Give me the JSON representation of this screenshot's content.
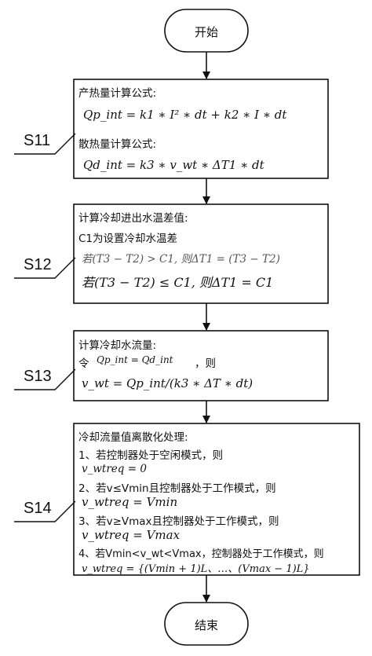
{
  "start_label": "开始",
  "end_label": "结束",
  "s11": {
    "step": "S11",
    "line1": "产热量计算公式:",
    "formula1": "Qp_int = k1 ∗ I² ∗ dt + k2 ∗ I ∗ dt",
    "line2": "散热量计算公式:",
    "formula2": "Qd_int = k3 ∗ v_wt ∗ ΔT1 ∗ dt"
  },
  "s12": {
    "step": "S12",
    "line1": "计算冷却进出水温差值:",
    "line2": "C1为设置冷却水温差",
    "formula1": "若(T3 − T2) > C1, 则ΔT1 = (T3 − T2)",
    "formula2": "若(T3 − T2) ≤ C1, 则ΔT1 = C1"
  },
  "s13": {
    "step": "S13",
    "line1": "计算冷却水流量:",
    "line2_prefix": "令",
    "line2_formula": "Qp_int = Qd_int",
    "line2_suffix": "，则",
    "formula": "v_wt = Qp_int/(k3 ∗ ΔT ∗ dt)"
  },
  "s14": {
    "step": "S14",
    "line1": "冷却流量值离散化处理:",
    "item1": "1、若控制器处于空闲模式，则",
    "item1_formula": "v_wtreq = 0",
    "item2": "2、若v≤Vmin且控制器处于工作模式，则",
    "item2_formula": "v_wtreq = Vmin",
    "item3": "3、若v≥Vmax且控制器处于工作模式，则",
    "item3_formula": "v_wtreq = Vmax",
    "item4": "4、若Vmin<v_wt<Vmax，控制器处于工作模式，则",
    "item4_formula": "v_wtreq = {(Vmin + 1)L、…、(Vmax − 1)L}"
  }
}
